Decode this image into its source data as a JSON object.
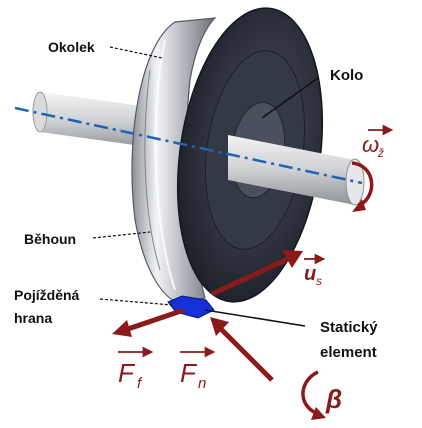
{
  "labels": {
    "okolek": "Okolek",
    "kolo": "Kolo",
    "behoun": "Běhoun",
    "pojizdena_line1": "Pojížděná",
    "pojizdena_line2": "hrana",
    "staticky_line1": "Statický",
    "staticky_line2": "element"
  },
  "symbols": {
    "omega": "ω",
    "omega_sub": "ž",
    "u": "u",
    "u_sub": "s",
    "ff": "F",
    "ff_sub": "f",
    "fn": "F",
    "fn_sub": "n",
    "beta": "β"
  },
  "colors": {
    "vector_red": "#8b1a1a",
    "axis_blue": "#1f63b5",
    "contact_blue": "#1530d6",
    "disc_dark": "#2b2f3a",
    "rim_steel": "#c9ccd3"
  }
}
